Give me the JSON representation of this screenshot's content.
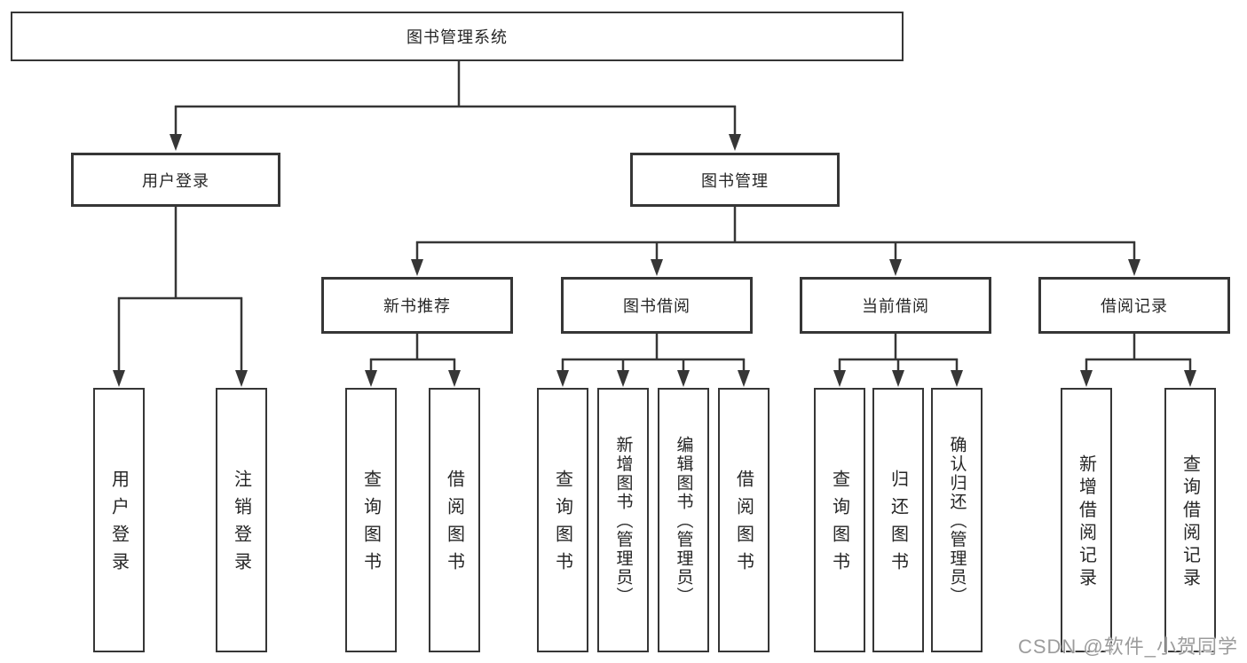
{
  "tree": {
    "root": "图书管理系统",
    "branches": [
      {
        "label": "用户登录",
        "children": [
          "用户登录",
          "注销登录"
        ]
      },
      {
        "label": "图书管理",
        "groups": [
          {
            "label": "新书推荐",
            "children": [
              "查询图书",
              "借阅图书"
            ]
          },
          {
            "label": "图书借阅",
            "children": [
              "查询图书",
              "新增图书（管理员）",
              "编辑图书（管理员）",
              "借阅图书"
            ]
          },
          {
            "label": "当前借阅",
            "children": [
              "查询图书",
              "归还图书",
              "确认归还（管理员）"
            ]
          },
          {
            "label": "借阅记录",
            "children": [
              "新增借阅记录",
              "查询借阅记录"
            ]
          }
        ]
      }
    ]
  },
  "watermark": "CSDN @软件_小贺同学",
  "colors": {
    "line": "#363636",
    "text": "#262626",
    "watermark": "#9c9c9c",
    "background": "#ffffff"
  }
}
